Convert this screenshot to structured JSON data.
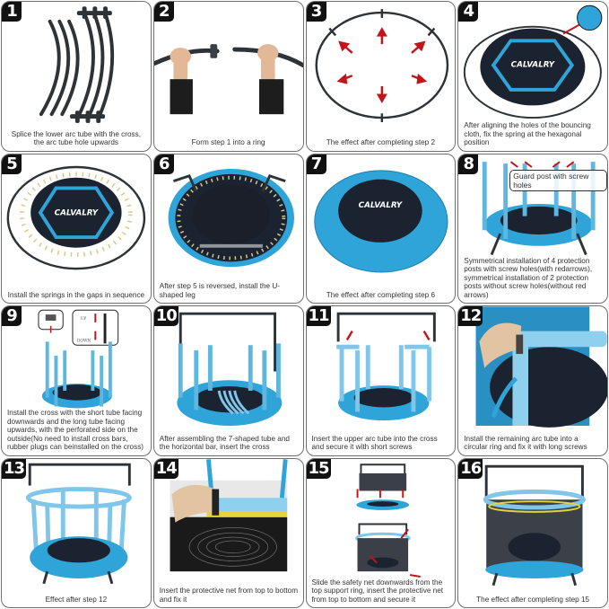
{
  "colors": {
    "tube": "#2e3338",
    "pad_blue": "#2fa4d8",
    "mat": "#1c2330",
    "arrow_red": "#c4141a",
    "border": "#6f6f6f",
    "badge": "#111111",
    "net_yellow": "#e2d43a"
  },
  "brand": "CALVALRY",
  "steps": [
    {
      "number": "1",
      "caption": "Splice the lower arc tube with the cross, the arc tube hole upwards"
    },
    {
      "number": "2",
      "caption": "Form step 1 into a ring"
    },
    {
      "number": "3",
      "caption": "The effect after completing step 2"
    },
    {
      "number": "4",
      "caption": "After aligning the holes of the bouncing cloth, fix the spring at the hexagonal position"
    },
    {
      "number": "5",
      "caption": "Install the springs in the gaps in sequence"
    },
    {
      "number": "6",
      "caption": "After step 5 is reversed, install the U-shaped leg"
    },
    {
      "number": "7",
      "caption": "The effect after completing step 6"
    },
    {
      "number": "8",
      "caption": "Symmetrical installation of 4 protection posts with screw holes(with redarrows), symmetrical installation of 2 protection posts without screw holes(without red arrows)",
      "callout": "Guard post with screw holes"
    },
    {
      "number": "9",
      "caption": "Install the cross with the short tube facing downwards and the long tube facing upwards, with the perforated side on the outside(No need to install cross bars, rubber plugs can beinstalled on the cross)",
      "labels": {
        "up": "UP",
        "down": "DOWN"
      }
    },
    {
      "number": "10",
      "caption": "After assembling the 7-shaped tube and the horizontal bar, insert the cross"
    },
    {
      "number": "11",
      "caption": "Insert the upper arc tube into the cross and secure it with short screws"
    },
    {
      "number": "12",
      "caption": "Install the remaining arc tube into a circular ring and fix it with long screws"
    },
    {
      "number": "13",
      "caption": "Effect after step 12"
    },
    {
      "number": "14",
      "caption": "Insert the protective net from top to bottom and fix it"
    },
    {
      "number": "15",
      "caption": "Slide the safety net downwards from the top support ring,  insert the protective net from top to bottom and secure it"
    },
    {
      "number": "16",
      "caption": "The effect after completing step 15"
    }
  ]
}
